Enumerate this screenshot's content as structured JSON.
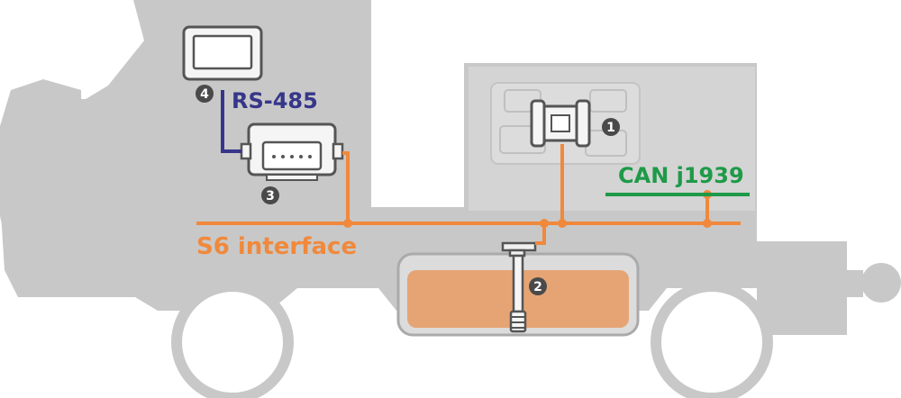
{
  "labels": {
    "rs485": "RS-485",
    "can": "CAN j1939",
    "s6": "S6 interface"
  },
  "markers": {
    "m1": "1",
    "m2": "2",
    "m3": "3",
    "m4": "4"
  },
  "colors": {
    "body": "#c8c8c8",
    "cabin": "#d4d4d4",
    "s6_bus": "#f0893c",
    "can_bus": "#1e9a48",
    "rs485": "#36368a",
    "fuel": "#e6a474",
    "marker": "#4a4a4a"
  }
}
